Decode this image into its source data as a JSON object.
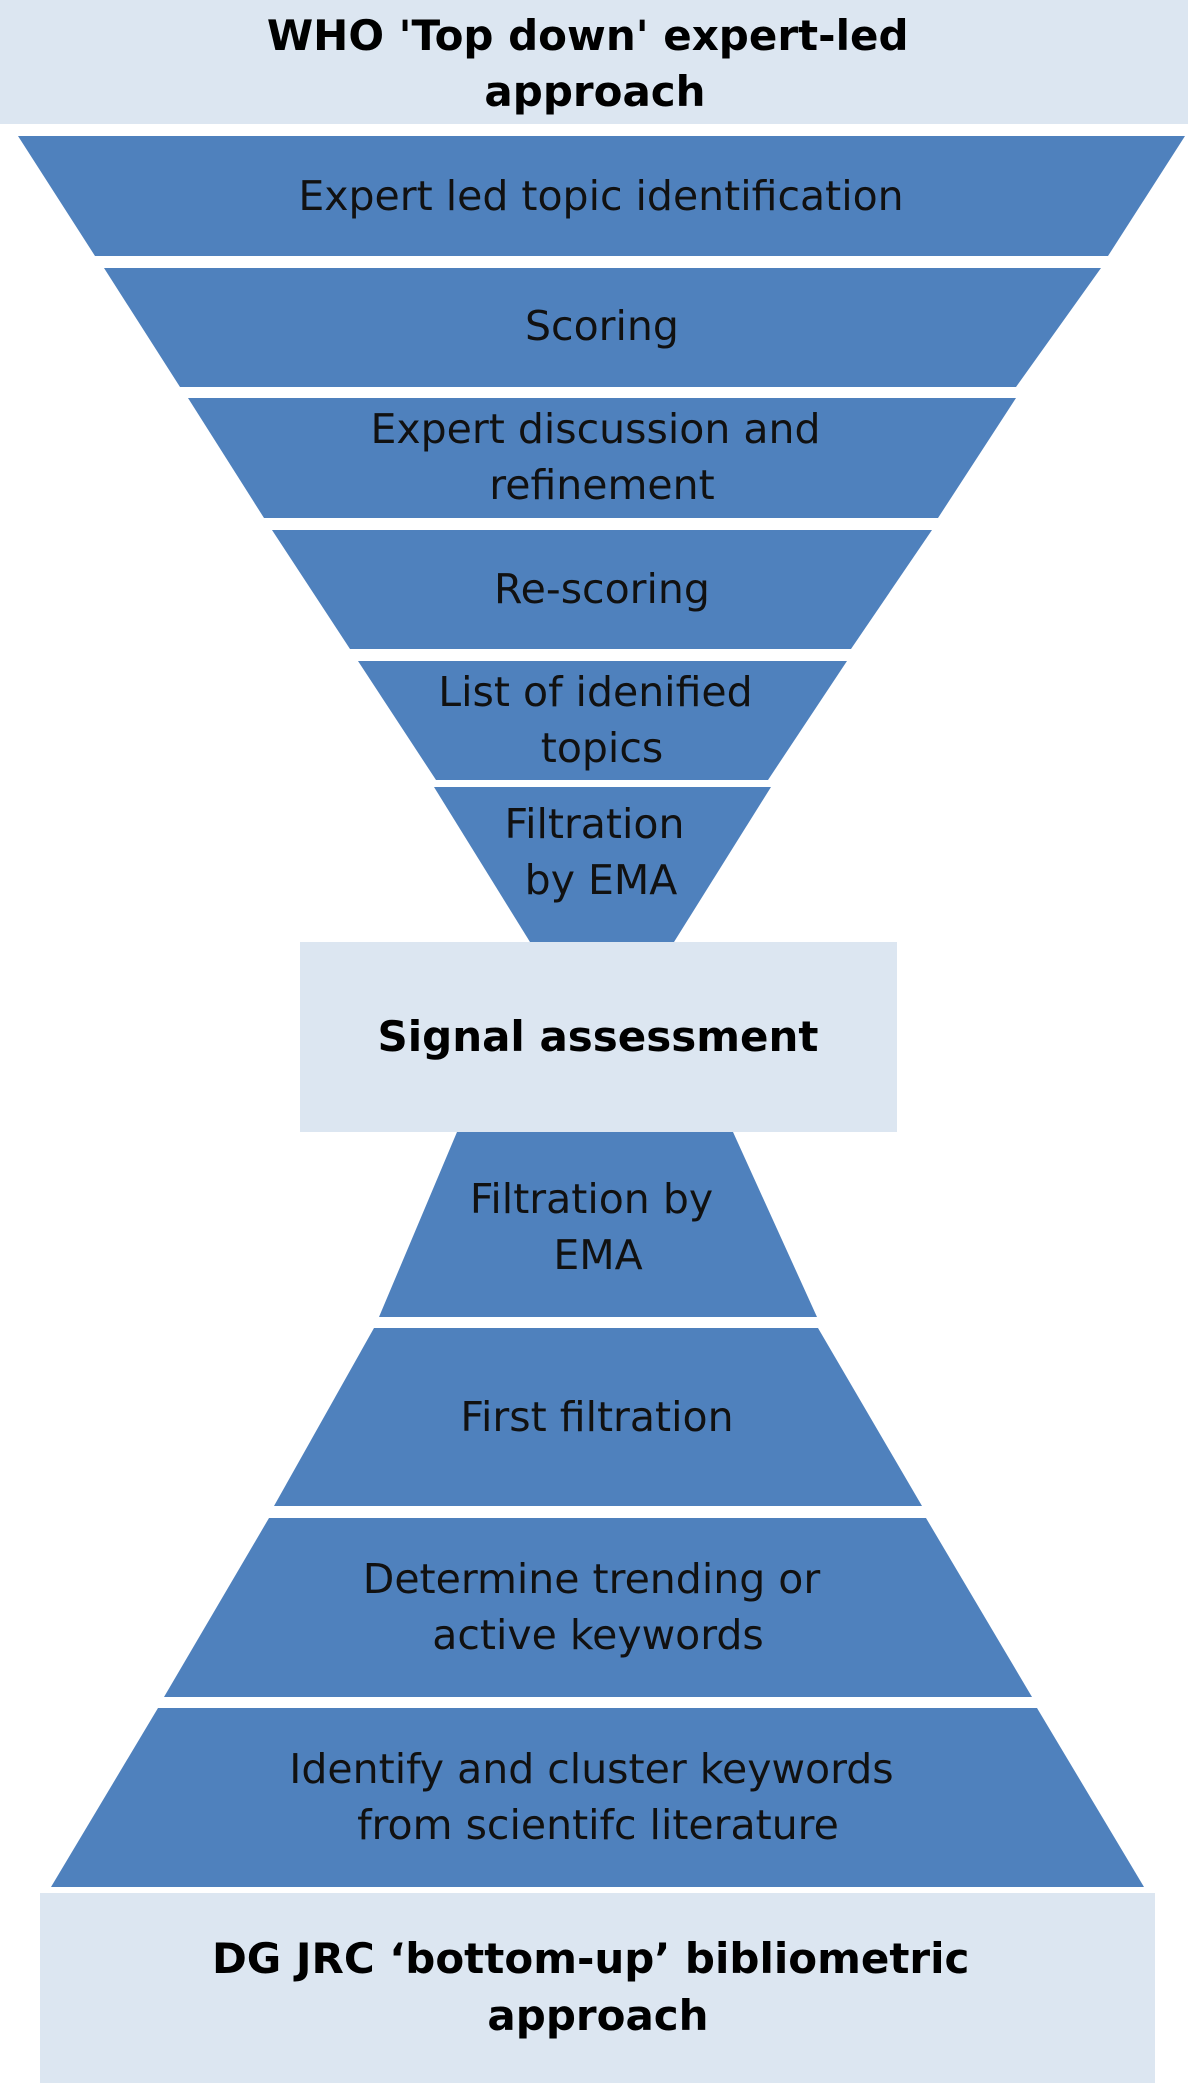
{
  "colors": {
    "band_fill": "#4f81bd",
    "box_fill": "#dce6f1",
    "text": "#111111",
    "background": "#ffffff"
  },
  "top_box": {
    "lines": [
      "WHO 'Top down' expert-led",
      "approach"
    ]
  },
  "top_funnel": {
    "layers": [
      {
        "lines": [
          "Expert led topic identification"
        ]
      },
      {
        "lines": [
          "Scoring"
        ]
      },
      {
        "lines": [
          "Expert discussion and",
          "refinement"
        ]
      },
      {
        "lines": [
          "Re-scoring"
        ]
      },
      {
        "lines": [
          "List of idenified",
          "topics"
        ]
      },
      {
        "lines": [
          "Filtration",
          "by EMA"
        ]
      }
    ]
  },
  "middle_box": {
    "lines": [
      "Signal assessment"
    ]
  },
  "bottom_pyramid": {
    "layers": [
      {
        "lines": [
          "Filtration by",
          "EMA"
        ]
      },
      {
        "lines": [
          "First filtration"
        ]
      },
      {
        "lines": [
          "Determine trending or",
          "active keywords"
        ]
      },
      {
        "lines": [
          "Identify and cluster keywords",
          "from scientifc literature"
        ]
      }
    ]
  },
  "bottom_box": {
    "lines": [
      "DG JRC ‘bottom-up’ bibliometric",
      "approach"
    ]
  }
}
